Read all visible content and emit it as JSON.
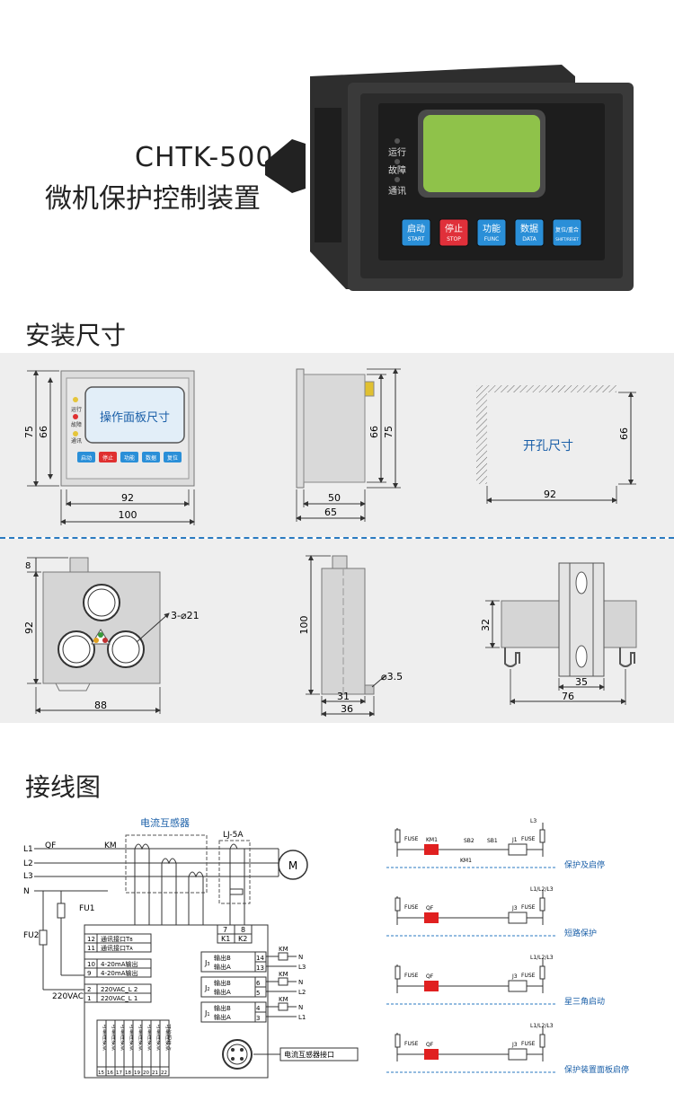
{
  "header": {
    "model": "CHTK-500",
    "name": "微机保护控制装置"
  },
  "device": {
    "leds": [
      "运行",
      "故障",
      "通讯"
    ],
    "buttons": [
      {
        "cn": "启动",
        "en": "START",
        "color": "#2a8fd8"
      },
      {
        "cn": "停止",
        "en": "STOP",
        "color": "#e0303a"
      },
      {
        "cn": "功能",
        "en": "FUNC",
        "color": "#2a8fd8"
      },
      {
        "cn": "数据",
        "en": "DATA",
        "color": "#2a8fd8"
      },
      {
        "cn": "复位/重合",
        "en": "SHIFT/RESET",
        "color": "#2a8fd8"
      }
    ],
    "lcd_color": "#8fc24a"
  },
  "sections": {
    "install": "安装尺寸",
    "wiring": "接线图"
  },
  "install": {
    "panel": {
      "label": "操作面板尺寸",
      "leds": [
        "运行",
        "故障",
        "通讯"
      ],
      "buttons": [
        "启动",
        "停止",
        "功能",
        "数据",
        "复位"
      ],
      "dim_w_inner": "92",
      "dim_w_outer": "100",
      "dim_h_inner": "66",
      "dim_h_outer": "75"
    },
    "side": {
      "dim_depth_inner": "50",
      "dim_depth_outer": "65",
      "dim_h_inner": "66",
      "dim_h_outer": "75"
    },
    "cutout": {
      "label": "开孔尺寸",
      "dim_w": "92",
      "dim_h": "66"
    },
    "ct_front": {
      "dim_top": "8",
      "dim_h": "92",
      "dim_w": "88",
      "holes": "3-⌀21"
    },
    "ct_side": {
      "dim_h": "100",
      "dim_w_inner": "31",
      "dim_w_outer": "36",
      "hole": "⌀3.5"
    },
    "ct_mount": {
      "dim_h": "32",
      "dim_w_inner": "35",
      "dim_w_outer": "76"
    }
  },
  "wiring": {
    "ct_label": "电流互感器",
    "lj_label": "LJ-5A",
    "lines": [
      "L1",
      "L2",
      "L3",
      "N"
    ],
    "labels": {
      "qf": "QF",
      "km": "KM",
      "fu1": "FU1",
      "fu2": "FU2",
      "vac": "220VAC",
      "motor": "M"
    },
    "terminal_top": [
      {
        "num": "7",
        "name": "K1"
      },
      {
        "num": "8",
        "name": "K2"
      }
    ],
    "terminals_left": [
      {
        "num": "12",
        "label": "通讯接口T",
        "sub": "B"
      },
      {
        "num": "11",
        "label": "通讯接口T",
        "sub": "A"
      },
      {
        "num": "10",
        "label": "4-20mA输出",
        "sub": ""
      },
      {
        "num": "9",
        "label": "4-20mA输出",
        "sub": ""
      },
      {
        "num": "2",
        "label": "220VAC_L 2",
        "sub": ""
      },
      {
        "num": "1",
        "label": "220VAC_L 1",
        "sub": ""
      }
    ],
    "relays": [
      {
        "j": "J",
        "jsub": "3",
        "b": "输出B",
        "a": "输出A",
        "n1": "14",
        "n2": "13",
        "line": "L3"
      },
      {
        "j": "J",
        "jsub": "2",
        "b": "输出B",
        "a": "输出A",
        "n1": "6",
        "n2": "5",
        "line": "L2"
      },
      {
        "j": "J",
        "jsub": "1",
        "b": "输出B",
        "a": "输出A",
        "n1": "4",
        "n2": "3",
        "line": "L1"
      }
    ],
    "relay_km": "KM",
    "relay_n": "N",
    "contact_label": "可编程接点",
    "bottom_terms": [
      "15",
      "16",
      "17",
      "18",
      "19",
      "20",
      "21",
      "22"
    ],
    "ct_port": "电流互感器接口",
    "small": [
      {
        "title": "保护及启停",
        "fuse": "FUSE",
        "left": "KM1",
        "j": "J1",
        "sb2": "SB2",
        "sb1": "SB1",
        "km1b": "KM1",
        "top": "L3",
        "right_fuse": "FUSE"
      },
      {
        "title": "短路保护",
        "fuse": "FUSE",
        "left": "QF",
        "j": "J3",
        "top": "L1/L2/L3",
        "right_fuse": "FUSE"
      },
      {
        "title": "星三角启动",
        "fuse": "FUSE",
        "left": "QF",
        "j": "J3",
        "top": "L1/L2/L3",
        "right_fuse": "FUSE"
      },
      {
        "title": "保护装置面板启停",
        "fuse": "FUSE",
        "left": "QF",
        "j": "J3",
        "top": "L1/L2/L3",
        "right_fuse": "FUSE"
      }
    ]
  }
}
